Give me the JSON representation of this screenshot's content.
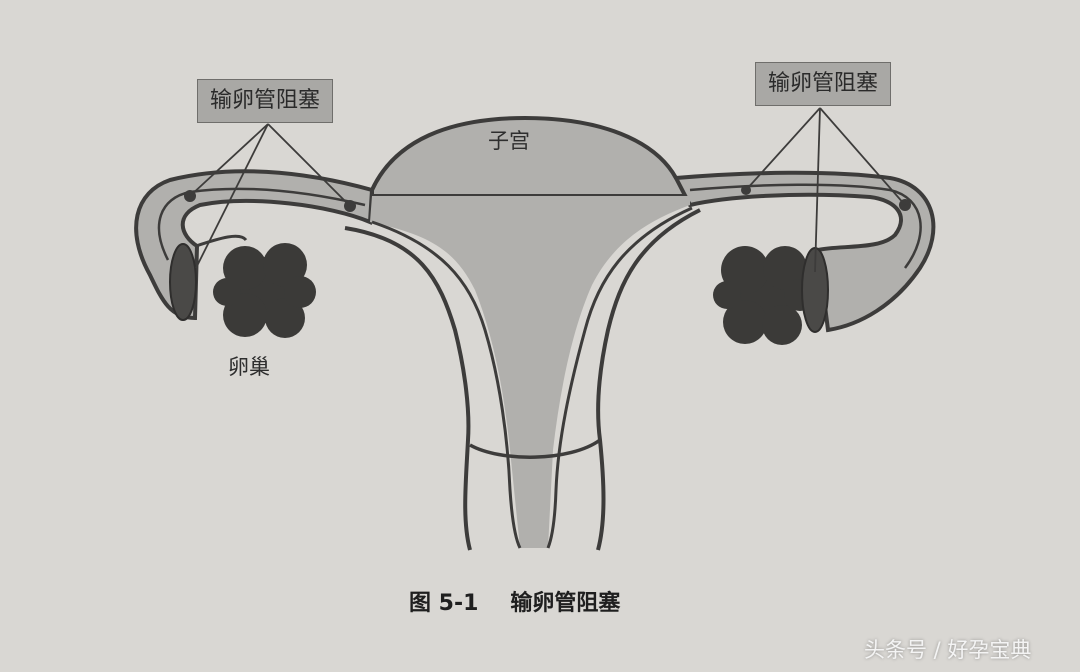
{
  "diagram": {
    "labels": {
      "blockage_left": "输卵管阻塞",
      "blockage_right": "输卵管阻塞",
      "uterus": "子宫",
      "ovary": "卵巢"
    },
    "caption": {
      "number": "图 5-1",
      "title": "输卵管阻塞"
    },
    "colors": {
      "background": "#d9d7d3",
      "fill": "#b1b0ad",
      "outline": "#3d3c3b",
      "ovary": "#3b3a38",
      "label_box": "#a9a8a5"
    }
  },
  "watermark": "头条号 / 好孕宝典"
}
